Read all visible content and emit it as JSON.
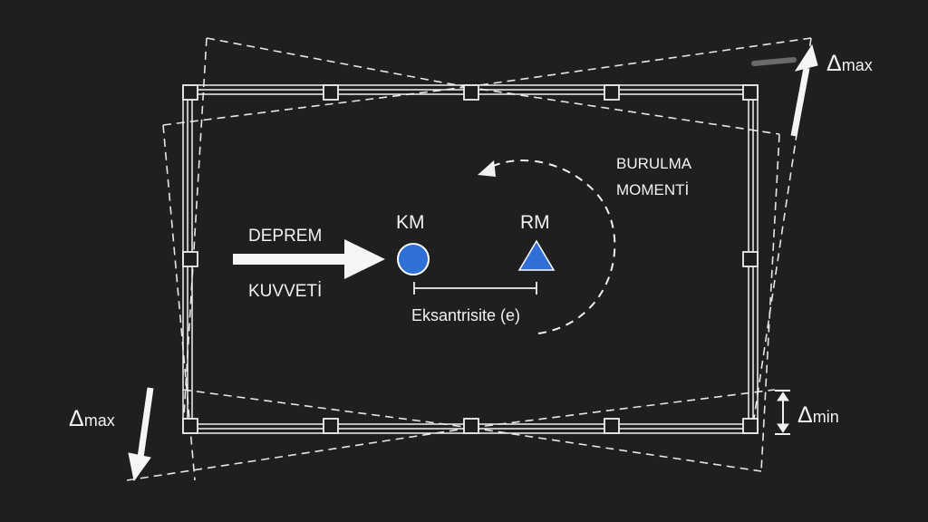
{
  "labels": {
    "force_line1": "DEPREM",
    "force_line2": "KUVVETİ",
    "center_mass": "KM",
    "center_rigidity": "RM",
    "eccentricity": "Eksantrisite (e)",
    "moment_line1": "BURULMA",
    "moment_line2": "MOMENTİ",
    "delta_symbol": "Δ",
    "delta_max_sub": "max",
    "delta_min_sub": "min"
  },
  "colors": {
    "background": "#1f1f1f",
    "lines": "#f2f2f2",
    "center_mass_fill": "#2f6fd6",
    "center_rigidity_fill": "#2f6fd6",
    "column_fill": "#1f1f1f"
  },
  "icons": {
    "center_mass": "circle",
    "center_rigidity": "triangle"
  }
}
